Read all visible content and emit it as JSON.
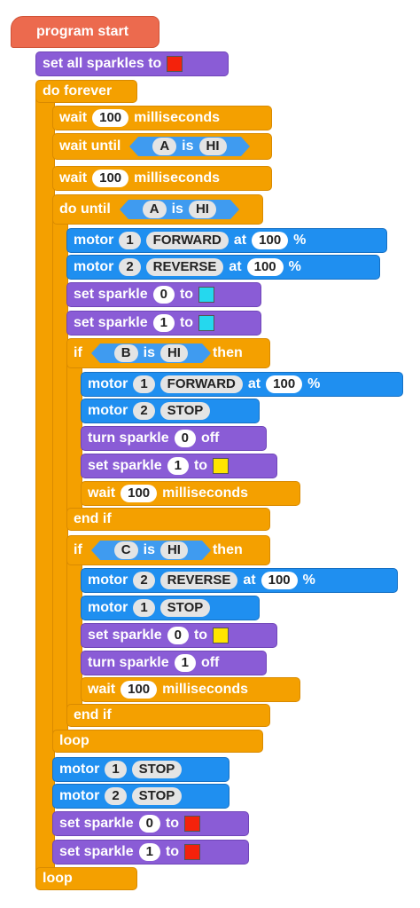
{
  "colors": {
    "red": "#F4220B",
    "cyan": "#25D8EE",
    "yellow": "#FFE500",
    "control": "#F4A000",
    "looks": "#8A5CD6",
    "motion": "#1F8FF0",
    "hat": "#EC6A4E"
  },
  "words": {
    "program_start": "program start",
    "set_all_sparkles_to": "set all sparkles to",
    "do_forever": "do forever",
    "wait": "wait",
    "milliseconds": "milliseconds",
    "wait_until": "wait until",
    "is": "is",
    "do_until": "do until",
    "motor": "motor",
    "at": "at",
    "percent": "%",
    "set_sparkle": "set sparkle",
    "to": "to",
    "if": "if",
    "then": "then",
    "turn_sparkle": "turn sparkle",
    "off": "off",
    "end_if": "end if",
    "loop": "loop"
  },
  "values": {
    "n100": "100",
    "n0": "0",
    "n1": "1",
    "n2": "2",
    "A": "A",
    "B": "B",
    "C": "C",
    "HI": "HI",
    "FORWARD": "FORWARD",
    "REVERSE": "REVERSE",
    "STOP": "STOP"
  }
}
